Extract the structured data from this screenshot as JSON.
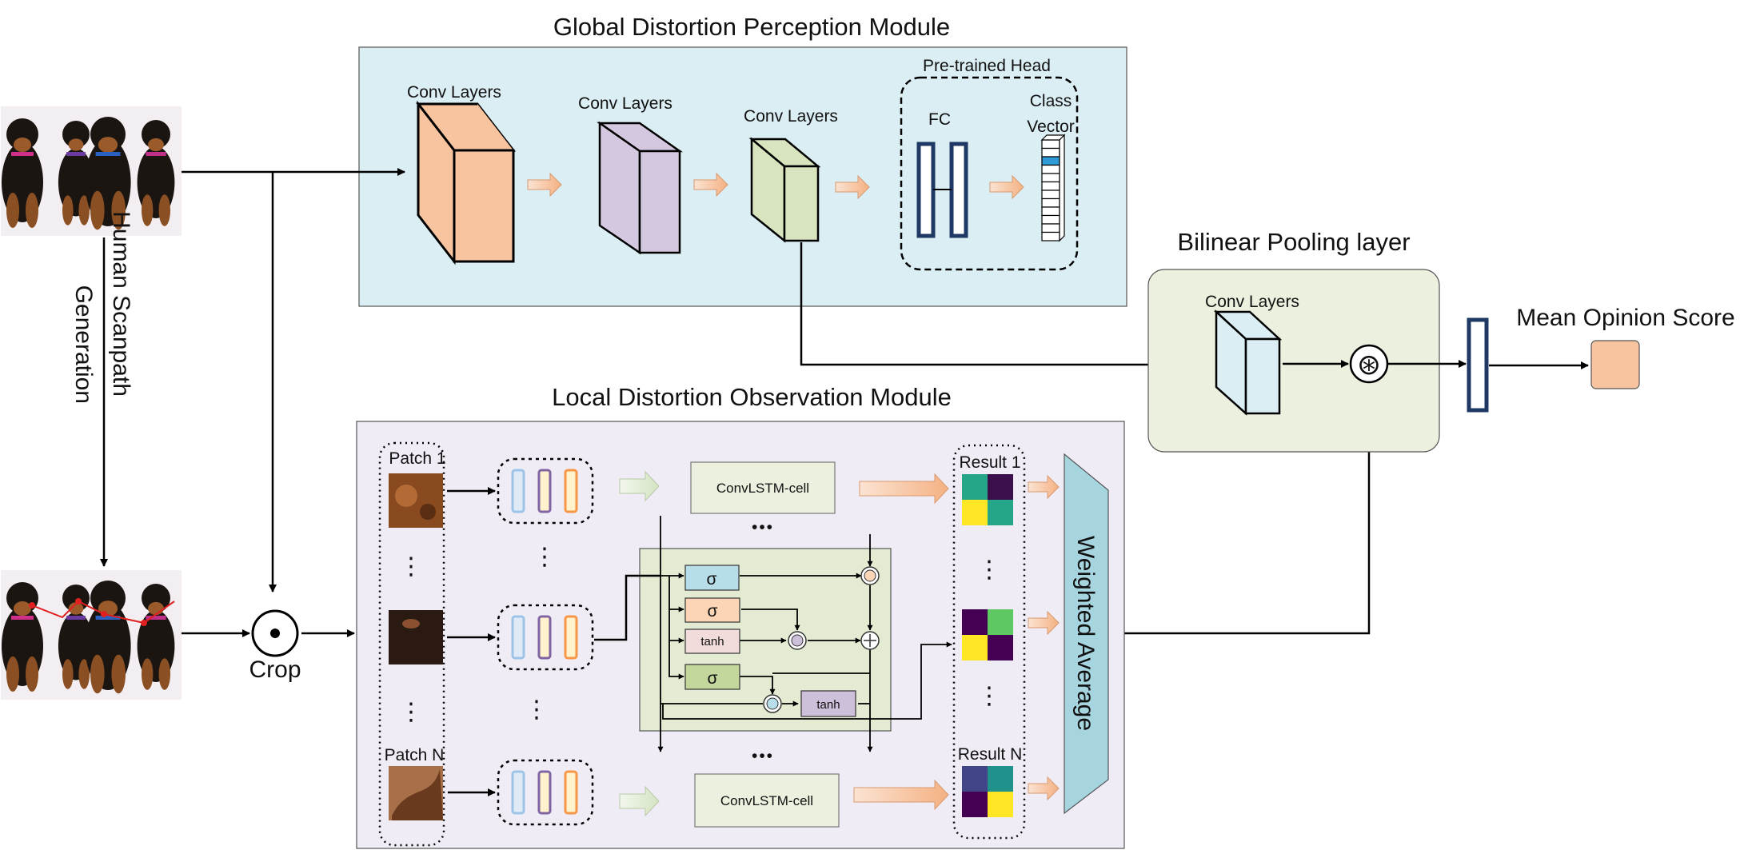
{
  "global_module": {
    "title": "Global Distortion Perception Module",
    "conv1": "Conv Layers",
    "conv2": "Conv Layers",
    "conv3": "Conv Layers",
    "head_title": "Pre-trained Head",
    "fc": "FC",
    "class_vector_line1": "Class",
    "class_vector_line2": "Vector"
  },
  "bilinear": {
    "title": "Bilinear Pooling layer",
    "conv": "Conv Layers",
    "operator": "⊛"
  },
  "output": {
    "label": "Mean Opinion Score"
  },
  "scanpath": {
    "line1": "Human Scanpath",
    "line2": "Generation"
  },
  "crop": {
    "label": "Crop",
    "operator": "⊙"
  },
  "local_module": {
    "title": "Local Distortion Observation Module",
    "patch_first": "Patch 1",
    "patch_last": "Patch N",
    "result_first": "Result 1",
    "result_last": "Result N",
    "convlstm_top": "ConvLSTM-cell",
    "convlstm_bottom": "ConvLSTM-cell",
    "weighted_average": "Weighted Average",
    "gates": {
      "sigma1": "σ",
      "sigma2": "σ",
      "tanh1": "tanh",
      "sigma3": "σ",
      "tanh2": "tanh"
    },
    "ellipsis": "•••",
    "vdots": "⋮"
  },
  "colors": {
    "global_bg": "#daeef3",
    "local_bg": "#f0ecf5",
    "bilinear_bg": "#ebf1de",
    "conv_orange": "#f8c4a0",
    "conv_purple": "#d4c8e0",
    "conv_green": "#d7e4bd",
    "conv_lightblue": "#dbeef4",
    "fc_blue": "#1f3864",
    "weighted_avg": "#a6d5e0",
    "arrow_orange": "#f6c09c",
    "arrow_green": "#e2ecd5",
    "mos_box": "#f8c4a0"
  }
}
